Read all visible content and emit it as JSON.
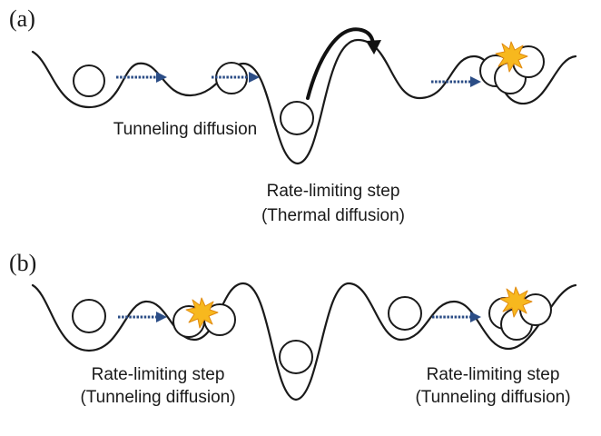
{
  "panels": [
    {
      "label": "(a)",
      "captions": [
        "Tunneling diffusion",
        "Rate-limiting step",
        "(Thermal diffusion)"
      ]
    },
    {
      "label": "(b)",
      "captions": [
        "Rate-limiting step",
        "(Tunneling diffusion)",
        "Rate-limiting step",
        "(Tunneling diffusion)"
      ]
    }
  ],
  "colors": {
    "line": "#1a1a1a",
    "tunnel_arrow": "#2b4d86",
    "reaction_burst": "#f7b81e"
  },
  "icons": {
    "atom": "circle",
    "tunnel_arrow": "dotted-right-arrow",
    "thermal_hop": "curved-black-arrow",
    "reaction": "starburst"
  }
}
